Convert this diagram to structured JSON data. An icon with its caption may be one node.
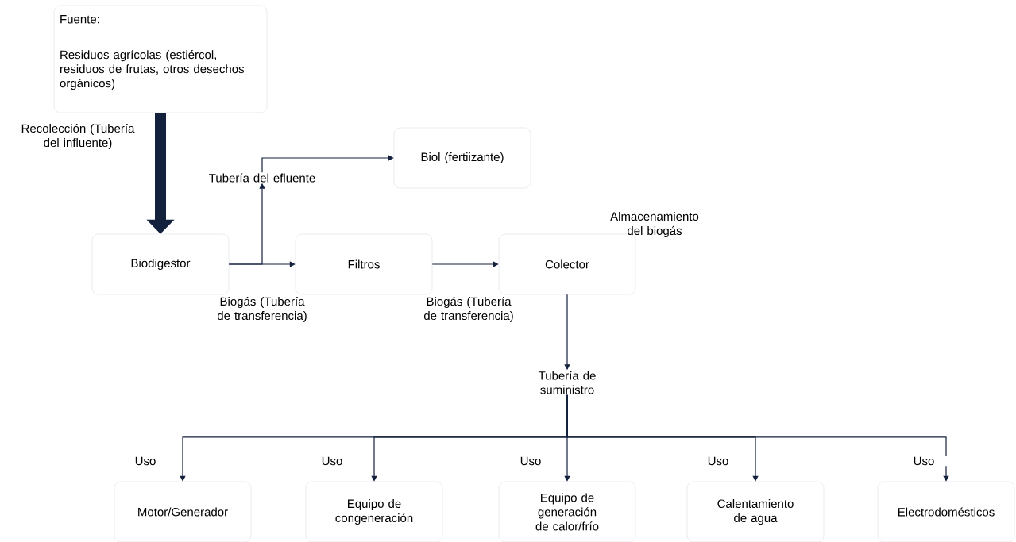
{
  "diagram": {
    "nodes": [
      {
        "text": [
          "Fuente:",
          "Residuos agrícolas (estiércol, residuos de frutas, otros desechos orgánicos)"
        ]
      },
      {
        "text": [
          "Tubería del efluente"
        ]
      },
      {
        "text": [
          "Biol (fertiizante)"
        ]
      },
      {
        "text": [
          "Biodigestor"
        ]
      },
      {
        "text": [
          "Filtros"
        ]
      },
      {
        "text": [
          "Colector"
        ],
        "beside": [
          "Almacenamiento del biogás"
        ]
      },
      {
        "text": [
          "Tubería de suministro"
        ]
      },
      {
        "text": [
          "Motor/Generador"
        ]
      },
      {
        "text": [
          "Equipo de congeneración"
        ]
      },
      {
        "text": [
          "Equipo de generación de calor/frío"
        ]
      },
      {
        "text": [
          "Calentamiento de agua"
        ]
      },
      {
        "text": [
          "Electrodomésticos"
        ]
      }
    ],
    "edges": [
      {
        "from": 0,
        "to": 3,
        "arrow": "to",
        "style": "thick",
        "label": "Recolección (Tubería del influente)"
      },
      {
        "from": 3,
        "to": 1,
        "arrow": "to"
      },
      {
        "from": 1,
        "to": 2,
        "arrow": "to"
      },
      {
        "from": 3,
        "to": 4,
        "arrow": "to",
        "label": "Biogás (Tubería de transferencia)"
      },
      {
        "from": 4,
        "to": 5,
        "arrow": "to",
        "label": "Biogás (Tubería de transferencia)"
      },
      {
        "from": 5,
        "to": 6,
        "arrow": "to"
      },
      {
        "from": 6,
        "to": 7,
        "arrow": "to",
        "label": "Uso"
      },
      {
        "from": 6,
        "to": 8,
        "arrow": "to",
        "label": "Uso"
      },
      {
        "from": 6,
        "to": 9,
        "arrow": "to",
        "label": "Uso"
      },
      {
        "from": 6,
        "to": 10,
        "arrow": "to",
        "label": "Uso"
      },
      {
        "from": 6,
        "to": 11,
        "arrow": "to",
        "label": "Uso"
      }
    ]
  }
}
